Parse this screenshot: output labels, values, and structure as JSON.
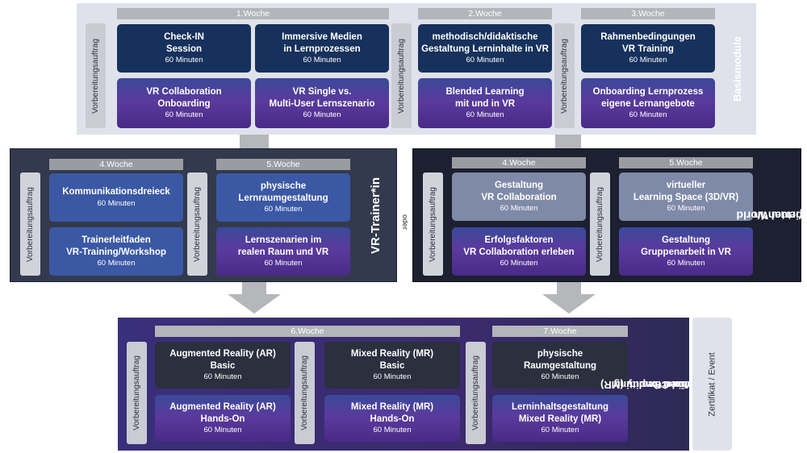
{
  "basis": {
    "side_label": "Basismodule",
    "week1": "1.Woche",
    "week2": "2.Woche",
    "week3": "3.Woche",
    "prep": "Vorbereitungsauftrag",
    "checkin_title1": "Check-IN",
    "checkin_title2": "Session",
    "checkin_dur": "60 Minuten",
    "immersive_title1": "Immersive Medien",
    "immersive_title2": "in Lernprozessen",
    "immersive_dur": "60 Minuten",
    "collab_title1": "VR Collaboration",
    "collab_title2": "Onboarding",
    "collab_dur": "60 Minuten",
    "single_title1": "VR Single vs.",
    "single_title2": "Multi-User Lernszenario",
    "single_dur": "60 Minuten",
    "method_title1": "methodisch/didaktische",
    "method_title2": "Gestaltung Lerninhalte in VR",
    "method_dur": "60 Minuten",
    "blended_title1": "Blended Learning",
    "blended_title2": "mit und in VR",
    "blended_dur": "60 Minuten",
    "rahmen_title1": "Rahmenbedingungen",
    "rahmen_title2": "VR Training",
    "rahmen_dur": "60 Minuten",
    "onboard_title1": "Onboarding Lernprozess",
    "onboard_title2": "eigene Lernangebote",
    "onboard_dur": "60 Minuten"
  },
  "vr_trainer": {
    "side_label": "VR-Trainer*in",
    "week4": "4.Woche",
    "week5": "5.Woche",
    "prep": "Vorbereitungsauftrag",
    "kommunikation_title1": "Kommunikationsdreieck",
    "kommunikation_dur": "60 Minuten",
    "trainerleitfaden_title1": "Trainerleitfaden",
    "trainerleitfaden_title2": "VR-Training/Workshop",
    "trainerleitfaden_dur": "60 Minuten",
    "physisch_title1": "physische",
    "physisch_title2": "Lernraumgestaltung",
    "physisch_dur": "60 Minuten",
    "szenarien_title1": "Lernszenarien im",
    "szenarien_title2": "realen Raum und VR",
    "szenarien_dur": "60 Minuten"
  },
  "oder": "oder",
  "vw_experte": {
    "side_label_1": "Virtual World",
    "side_label_2": "Experten*in",
    "week4": "4.Woche",
    "week5": "5.Woche",
    "prep": "Vorbereitungsauftrag",
    "gestaltung_title1": "Gestaltung",
    "gestaltung_title2": "VR Collaboration",
    "gestaltung_dur": "60 Minuten",
    "erfolg_title1": "Erfolgsfaktoren",
    "erfolg_title2": "VR Collaboration erleben",
    "erfolg_dur": "60 Minuten",
    "virtueller_title1": "virtueller",
    "virtueller_title2": "Learning Space (3D/VR)",
    "virtueller_dur": "60 Minuten",
    "gruppe_title1": "Gestaltung",
    "gruppe_title2": "Gruppenarbeit in VR",
    "gruppe_dur": "60 Minuten"
  },
  "mr": {
    "side_label_1": "Mixed Reality (MR)",
    "side_label_2": "Spatial Computing",
    "side_label_3": "Trainer*in",
    "week6": "6.Woche",
    "week7": "7.Woche",
    "prep": "Vorbereitungsauftrag",
    "ar_basic_title1": "Augmented Reality (AR)",
    "ar_basic_title2": "Basic",
    "ar_basic_dur": "60 Minuten",
    "ar_hands_title1": "Augmented Reality (AR)",
    "ar_hands_title2": "Hands-On",
    "ar_hands_dur": "60 Minuten",
    "mr_basic_title1": "Mixed Reality (MR)",
    "mr_basic_title2": "Basic",
    "mr_basic_dur": "60 Minuten",
    "mr_hands_title1": "Mixed Reality (MR)",
    "mr_hands_title2": "Hands-On",
    "mr_hands_dur": "60 Minuten",
    "raum_title1": "physische",
    "raum_title2": "Raumgestaltung",
    "raum_dur": "60 Minuten",
    "inhalt_title1": "Lerninhaltsgestaltung",
    "inhalt_title2": "Mixed Reality (MR)",
    "inhalt_dur": "60 Minuten"
  },
  "zertifikat": "Zertifikat / Event",
  "colors": {
    "navy": "#16315c",
    "purple": "#5a3a9c",
    "blue": "#3a58a4",
    "slate": "#7f8aa8",
    "arrow": "#b5b7bb"
  }
}
